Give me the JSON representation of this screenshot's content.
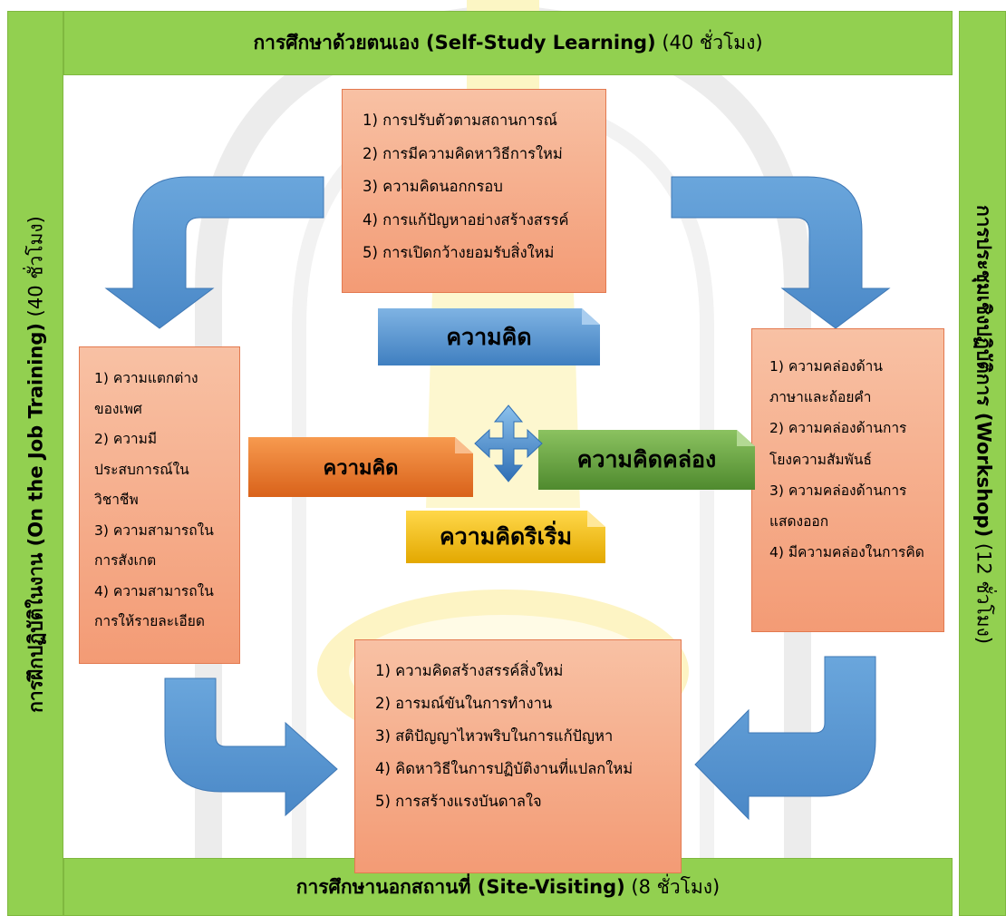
{
  "top_bar": {
    "title_bold": "การศึกษาด้วยตนเอง (Self-Study Learning)",
    "hours": " (40 ชั่วโมง)"
  },
  "bottom_bar": {
    "title_bold": "การศึกษานอกสถานที่ (Site-Visiting)",
    "hours": " (8 ชั่วโมง)"
  },
  "left_bar": {
    "title_bold": "การฝึกปฏิบัติในงาน (On the Job Training)",
    "hours": " (40 ชั่วโมง)"
  },
  "right_bar": {
    "title_bold": "การประชุมเชิงปฏิบัติการ (Workshop)",
    "hours": " (12 ชั่วโมง)"
  },
  "top_box": {
    "items": [
      "1) การปรับตัวตามสถานการณ์",
      "2) การมีความคิดหาวิธีการใหม่",
      "3) ความคิดนอกกรอบ",
      "4) การแก้ปัญหาอย่างสร้างสรรค์",
      "5) การเปิดกว้างยอมรับสิ่งใหม่"
    ]
  },
  "left_box": {
    "items": [
      "1) ความแตกต่าง",
      "ของเพศ",
      "2) ความมี",
      "ประสบการณ์ใน",
      "วิชาชีพ",
      "3) ความสามารถใน",
      "การสังเกต",
      "4) ความสามารถใน",
      "การให้รายละเอียด"
    ]
  },
  "right_box": {
    "items": [
      "1) ความคล่องด้าน",
      "ภาษาและถ้อยคำ",
      "2) ความคล่องด้านการ",
      "โยงความสัมพันธ์",
      "3) ความคล่องด้านการ",
      "แสดงออก",
      "4) มีความคล่องในการคิด"
    ]
  },
  "bottom_box": {
    "items": [
      "1) ความคิดสร้างสรรค์สิ่งใหม่",
      "2) อารมณ์ขันในการทำงาน",
      "3) สติปัญญาไหวพริบในการแก้ปัญหา",
      "4) คิดหาวิธีในการปฏิบัติงานที่แปลกใหม่",
      "5) การสร้างแรงบันดาลใจ"
    ]
  },
  "center": {
    "top_label": "ความคิด",
    "left_label": "ความคิด",
    "right_label": "ความคิดคล่อง",
    "bottom_label": "ความคิดริเริ่ม"
  },
  "colors": {
    "frame_green": "#92d050",
    "box_salmon": "#f6ad8c",
    "arrow_blue": "#5b9bd5",
    "label_blue": "#5b9bd5",
    "label_orange": "#ed7d31",
    "label_green": "#70ad47",
    "label_yellow": "#ffc000"
  }
}
